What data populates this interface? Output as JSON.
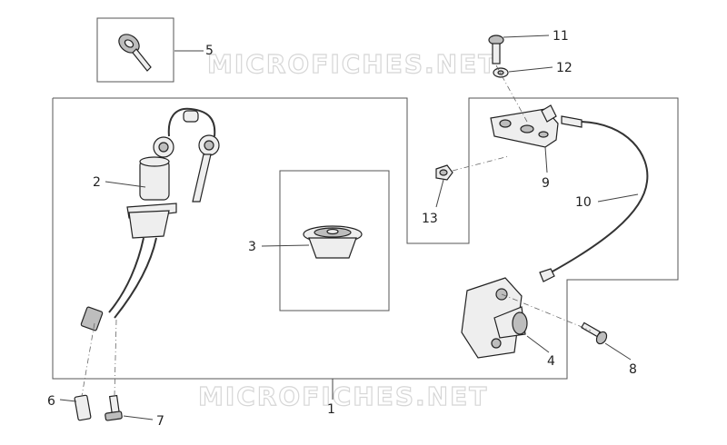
{
  "watermark": "MICROFICHES.NET",
  "callouts": [
    {
      "id": "c1",
      "label": "1"
    },
    {
      "id": "c2",
      "label": "2"
    },
    {
      "id": "c3",
      "label": "3"
    },
    {
      "id": "c4",
      "label": "4"
    },
    {
      "id": "c5",
      "label": "5"
    },
    {
      "id": "c6",
      "label": "6"
    },
    {
      "id": "c7",
      "label": "7"
    },
    {
      "id": "c8",
      "label": "8"
    },
    {
      "id": "c9",
      "label": "9"
    },
    {
      "id": "c10",
      "label": "10"
    },
    {
      "id": "c11",
      "label": "11"
    },
    {
      "id": "c12",
      "label": "12"
    },
    {
      "id": "c13",
      "label": "13"
    }
  ]
}
